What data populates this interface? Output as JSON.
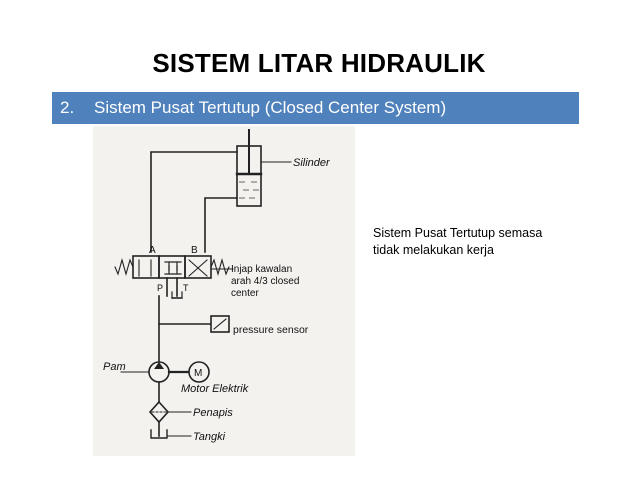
{
  "slide": {
    "title": "SISTEM LITAR HIDRAULIK",
    "section_number": "2.",
    "section_title": "Sistem Pusat Tertutup (Closed Center System)",
    "caption_line1": "Sistem Pusat Tertutup semasa",
    "caption_line2": "tidak melakukan kerja"
  },
  "diagram": {
    "silinder": "Silinder",
    "port_a": "A",
    "port_b": "B",
    "port_p": "P",
    "port_t": "T",
    "valve_line1": "Injap kawalan",
    "valve_line2": "arah 4/3 closed",
    "valve_line3": "center",
    "pressure_sensor": "pressure sensor",
    "pam": "Pam",
    "motor_symbol": "M",
    "motor": "Motor Elektrik",
    "penapis": "Penapis",
    "tangki": "Tangki"
  }
}
